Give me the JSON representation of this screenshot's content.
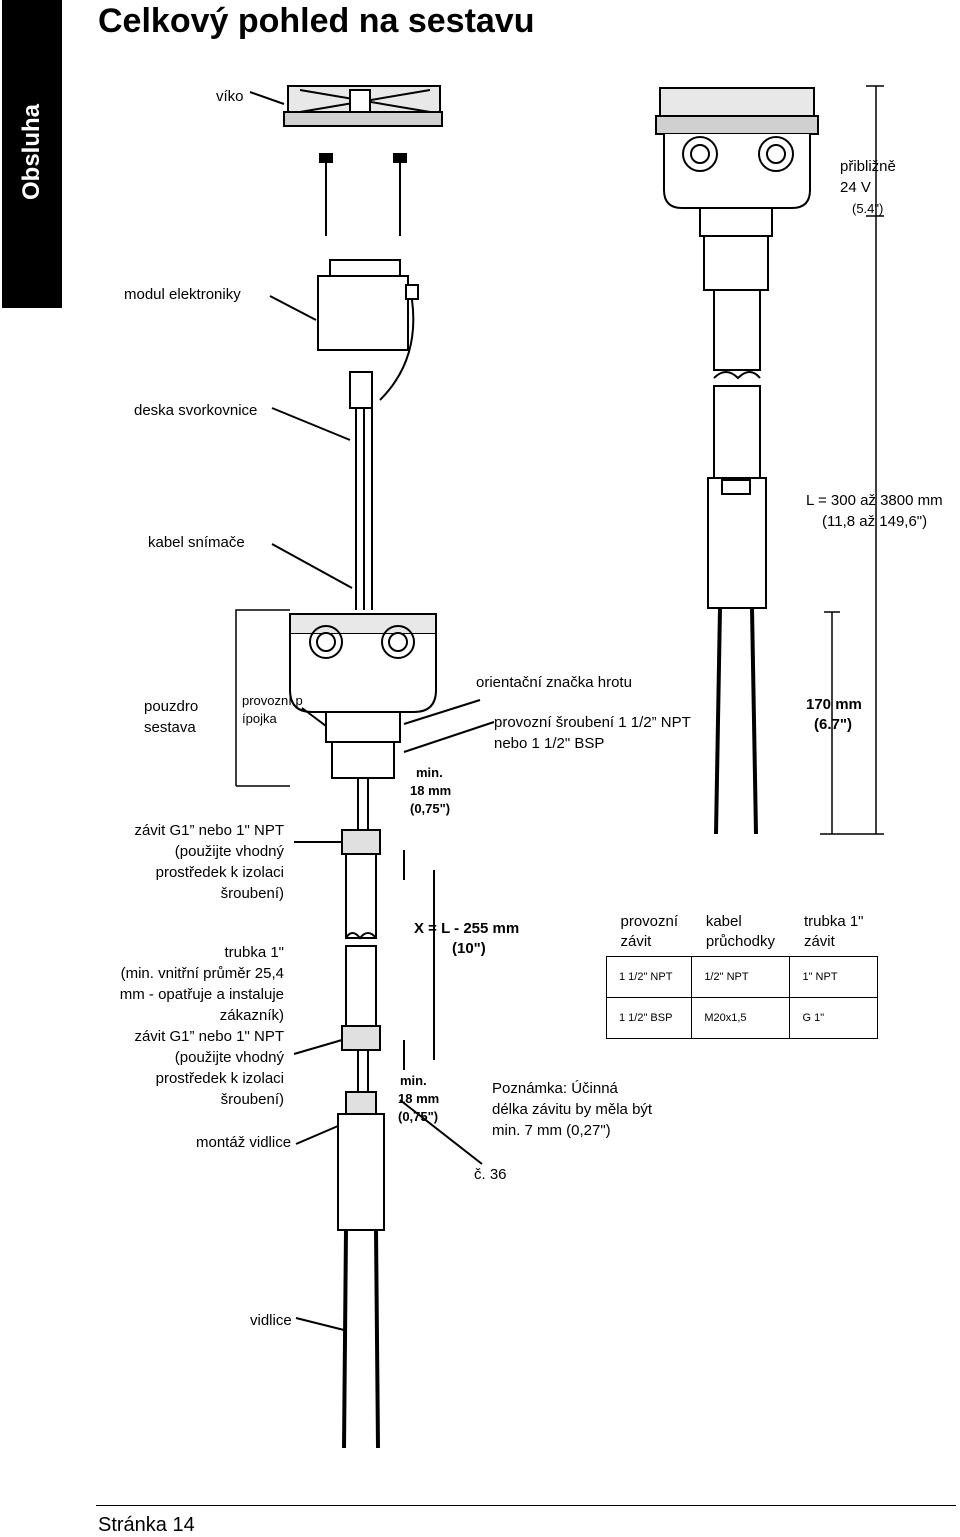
{
  "side_tab": "Obsluha",
  "title": "Celkový pohled na sestavu",
  "labels": {
    "viko": "víko",
    "modul": "modul elektroniky",
    "deska": "deska svorkovnice",
    "kabel": "kabel snímače",
    "pouzdro_1": "pouzdro",
    "pouzdro_2": "sestava",
    "pripojka_1": "provozní p",
    "pripojka_2": "ípojka",
    "orientacni": "orientační značka hrotu",
    "sroubeni_1": "provozní šroubení 1 1/2” NPT",
    "sroubeni_2": "nebo 1 1/2\" BSP",
    "zavit_a": [
      "závit G1” nebo 1\" NPT",
      "(použijte vhodný",
      "prostředek k izolaci",
      "šroubení)"
    ],
    "trubka": [
      "trubka 1\"",
      "(min. vnitřní průměr 25,4",
      "mm - opatřuje a instaluje",
      "zákazník)",
      "závit G1” nebo 1\" NPT",
      "(použijte vhodný",
      "prostředek k izolaci",
      "šroubení)"
    ],
    "montaz": "montáž vidlice",
    "vidlice": "vidlice",
    "priblizne_1": "přibližně",
    "priblizne_2": "24 V",
    "priblizne_3": "(5.4\")",
    "L_1": "L = 300 až 3800 mm",
    "L_2": "(11,8 až 149,6\")",
    "dim170_1": "170 mm",
    "dim170_2": "(6.7\")",
    "min18a_1": "min.",
    "min18a_2": "18 mm",
    "min18a_3": "(0,75\")",
    "X_1": "X = L - 255 mm",
    "X_2": "(10\")",
    "min18b_1": "min.",
    "min18b_2": "18 mm",
    "min18b_3": "(0,75\")",
    "poznamka": [
      "Poznámka: Účinná",
      "délka závitu by měla být",
      "min. 7 mm (0,27\")"
    ],
    "cislo": "č. 36"
  },
  "table": {
    "headers": [
      [
        "provozní",
        "závit"
      ],
      [
        "kabel",
        "průchodky"
      ],
      [
        "trubka 1\"",
        "závit"
      ]
    ],
    "rows": [
      [
        "1 1/2\" NPT",
        "1/2\" NPT",
        "1\" NPT"
      ],
      [
        "1 1/2\" BSP",
        "M20x1,5",
        "G 1\""
      ]
    ]
  },
  "footer": "Stránka 14"
}
